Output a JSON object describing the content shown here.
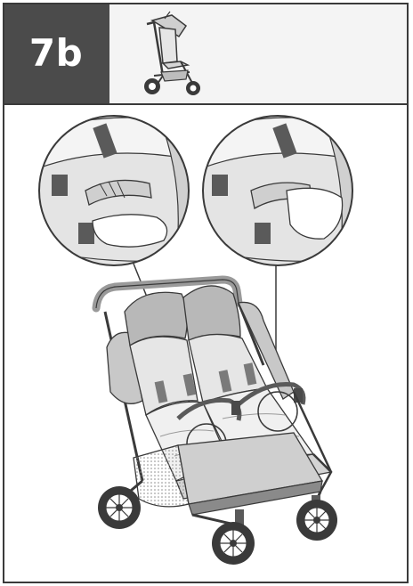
{
  "step": {
    "label": "7b"
  },
  "icons": {
    "thumbnail": "stroller-side-view-icon",
    "main": "double-stroller-illustration",
    "zoom_left": "hand-grabbing-bumper-bar-detail",
    "zoom_right": "hand-grabbing-bumper-bar-detail"
  },
  "colors": {
    "step_box": "#4b4b4b",
    "header_bg": "#f4f4f4",
    "line": "#3a3a3a",
    "fabric_light": "#ececec",
    "fabric_mid": "#bdbdbd",
    "wheel": "#3a3a3a"
  }
}
